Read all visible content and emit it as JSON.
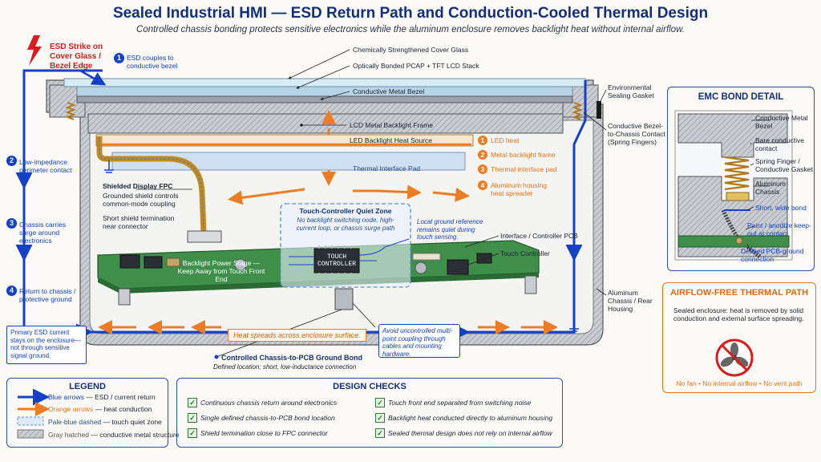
{
  "title": "Sealed Industrial HMI — ESD Return Path and Conduction-Cooled Thermal Design",
  "subtitle": "Controlled chassis bonding protects sensitive electronics while the aluminum enclosure removes backlight heat without internal airflow.",
  "colors": {
    "esd_blue": "#1540c8",
    "heat_orange": "#ee7c22",
    "pcb_green": "#3f8f4a",
    "title_navy": "#12307a",
    "strike_red": "#d91c1c"
  },
  "esd_strike": "ESD Strike on Cover Glass / Bezel Edge",
  "steps": [
    {
      "num": "1",
      "text": "ESD couples to conductive bezel"
    },
    {
      "num": "2",
      "text": "Low-impedance perimeter contact"
    },
    {
      "num": "3",
      "text": "Chassis carries surge around electronics"
    },
    {
      "num": "4",
      "text": "Return to chassis / protective ground"
    }
  ],
  "primary_note": "Primary ESD current stays on the enclosure—not through sensitive signal ground.",
  "stack_labels": {
    "cover_glass": "Chemically Strengthened Cover Glass",
    "lcd_stack": "Optically Bonded PCAP + TFT LCD Stack",
    "bezel": "Conductive Metal Bezel",
    "backlight_frame": "LCD Metal Backlight Frame",
    "heat_source": "LED Backlight Heat Source",
    "tim": "Thermal Interface Pad"
  },
  "right_labels": {
    "gasket": "Environmental Sealing Gasket",
    "spring": "Conductive Bezel-to-Chassis Contact (Spring Fingers)",
    "chassis": "Aluminum Chassis / Rear Housing",
    "pcb": "Interface / Controller PCB",
    "touch_ctrl": "Touch Controller"
  },
  "heat_steps": [
    {
      "num": "1",
      "text": "LED heat"
    },
    {
      "num": "2",
      "text": "Metal backlight frame"
    },
    {
      "num": "3",
      "text": "Thermal interface pad"
    },
    {
      "num": "4",
      "text": "Aluminum housing heat spreader"
    }
  ],
  "fpc": {
    "title": "Shielded Display FPC",
    "line1": "Grounded shield controls common-mode coupling",
    "line2": "Short shield termination near connector"
  },
  "quiet_zone": {
    "title": "Touch-Controller Quiet Zone",
    "body": "No backlight switching node, high-current loop, or chassis surge path",
    "chip": "TOUCH CONTROLLER"
  },
  "local_ground": "Local ground reference remains quiet during touch sensing.",
  "backlight_stage": "Backlight Power Stage — Keep Away from Touch Front End",
  "heat_spread": "Heat spreads across enclosure surface.",
  "avoid_note": "Avoid uncontrolled multi-point coupling through cables and mounting hardware.",
  "bond": {
    "title": "Controlled Chassis-to-PCB Ground Bond",
    "sub": "Defined location; short, low-inductance connection"
  },
  "emc": {
    "title": "EMC BOND DETAIL",
    "labels": [
      "Conductive Metal Bezel",
      "Bare conductive contact",
      "Spring Finger / Conductive Gasket",
      "Aluminum Chassis",
      "Short, wide bond",
      "Paint / anodize keep-out at contact",
      "Defined PCB-ground connection"
    ]
  },
  "airflow": {
    "title": "AIRFLOW-FREE THERMAL PATH",
    "body": "Sealed enclosure: heat is removed by solid conduction and external surface spreading.",
    "footer": "No fan  •  No internal airflow  •  No vent path"
  },
  "legend": {
    "title": "LEGEND",
    "items": [
      {
        "key": "Blue arrows",
        "desc": "— ESD / current return"
      },
      {
        "key": "Orange arrows",
        "desc": "— heat conduction"
      },
      {
        "key": "Pale-blue dashed",
        "desc": "— touch quiet zone"
      },
      {
        "key": "Gray hatched",
        "desc": "— conductive metal structure"
      }
    ]
  },
  "checks": {
    "title": "DESIGN CHECKS",
    "items": [
      "Continuous chassis return around electronics",
      "Single defined chassis-to-PCB bond location",
      "Shield termination close to FPC connector",
      "Touch front end separated from switching noise",
      "Backlight heat conducted directly to aluminum housing",
      "Sealed thermal design does not rely on internal airflow"
    ]
  }
}
